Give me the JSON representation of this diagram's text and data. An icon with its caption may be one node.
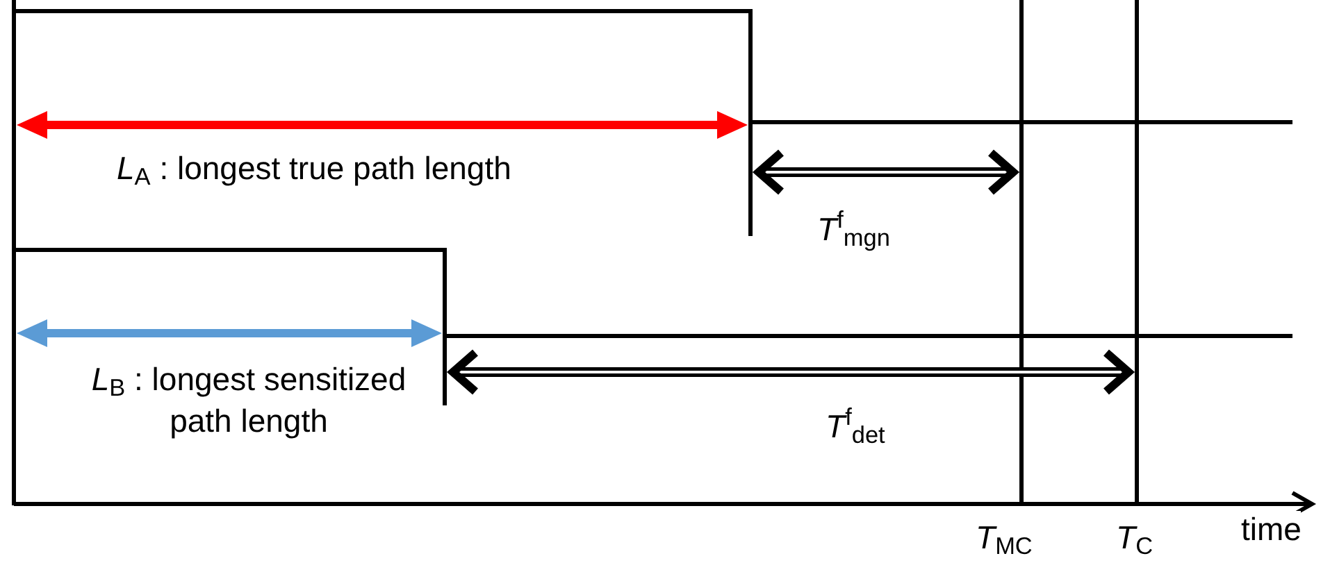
{
  "diagram": {
    "labels": [
      "*L*$_{A}$ : longest true path length",
      "*T*$^{f}$$_{mgn}$",
      "*L*$_{B}$ : longest sensitized path length",
      "*T*$^{f}$$_{det}$",
      "*T*$_{MC}$",
      "*T*$_{C}$",
      "time"
    ]
  }
}
